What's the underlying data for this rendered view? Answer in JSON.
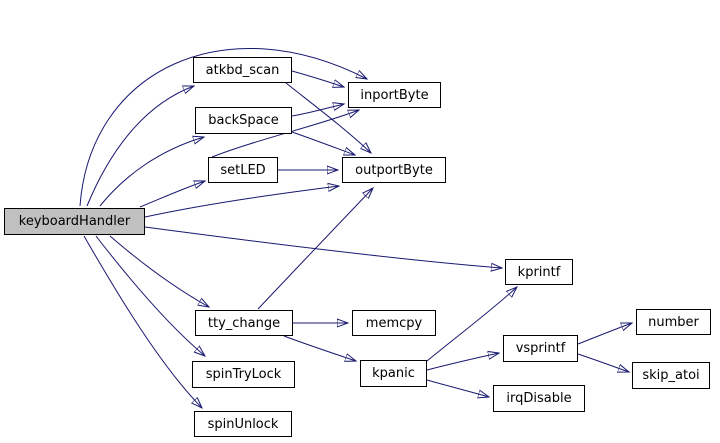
{
  "graph": {
    "colors": {
      "background": "#ffffff",
      "edge": "#191970",
      "node_border": "#000000",
      "node_fill": "#ffffff",
      "highlighted_node_fill": "#c0c0c0",
      "text": "#000000"
    },
    "nodes": [
      {
        "id": "keyboardHandler",
        "label": "keyboardHandler",
        "highlighted": true
      },
      {
        "id": "atkbd_scan",
        "label": "atkbd_scan",
        "highlighted": false
      },
      {
        "id": "backSpace",
        "label": "backSpace",
        "highlighted": false
      },
      {
        "id": "setLED",
        "label": "setLED",
        "highlighted": false
      },
      {
        "id": "inportByte",
        "label": "inportByte",
        "highlighted": false
      },
      {
        "id": "outportByte",
        "label": "outportByte",
        "highlighted": false
      },
      {
        "id": "kprintf",
        "label": "kprintf",
        "highlighted": false
      },
      {
        "id": "tty_change",
        "label": "tty_change",
        "highlighted": false
      },
      {
        "id": "memcpy",
        "label": "memcpy",
        "highlighted": false
      },
      {
        "id": "spinTryLock",
        "label": "spinTryLock",
        "highlighted": false
      },
      {
        "id": "spinUnlock",
        "label": "spinUnlock",
        "highlighted": false
      },
      {
        "id": "kpanic",
        "label": "kpanic",
        "highlighted": false
      },
      {
        "id": "vsprintf",
        "label": "vsprintf",
        "highlighted": false
      },
      {
        "id": "irqDisable",
        "label": "irqDisable",
        "highlighted": false
      },
      {
        "id": "number",
        "label": "number",
        "highlighted": false
      },
      {
        "id": "skip_atoi",
        "label": "skip_atoi",
        "highlighted": false
      }
    ],
    "edges": [
      {
        "from": "keyboardHandler",
        "to": "atkbd_scan"
      },
      {
        "from": "keyboardHandler",
        "to": "backSpace"
      },
      {
        "from": "keyboardHandler",
        "to": "setLED"
      },
      {
        "from": "keyboardHandler",
        "to": "inportByte"
      },
      {
        "from": "keyboardHandler",
        "to": "outportByte"
      },
      {
        "from": "keyboardHandler",
        "to": "kprintf"
      },
      {
        "from": "keyboardHandler",
        "to": "tty_change"
      },
      {
        "from": "keyboardHandler",
        "to": "spinTryLock"
      },
      {
        "from": "keyboardHandler",
        "to": "spinUnlock"
      },
      {
        "from": "atkbd_scan",
        "to": "inportByte"
      },
      {
        "from": "atkbd_scan",
        "to": "outportByte"
      },
      {
        "from": "backSpace",
        "to": "inportByte"
      },
      {
        "from": "backSpace",
        "to": "outportByte"
      },
      {
        "from": "setLED",
        "to": "inportByte"
      },
      {
        "from": "setLED",
        "to": "outportByte"
      },
      {
        "from": "tty_change",
        "to": "memcpy"
      },
      {
        "from": "tty_change",
        "to": "kpanic"
      },
      {
        "from": "tty_change",
        "to": "outportByte"
      },
      {
        "from": "kpanic",
        "to": "kprintf"
      },
      {
        "from": "kpanic",
        "to": "vsprintf"
      },
      {
        "from": "kpanic",
        "to": "irqDisable"
      },
      {
        "from": "vsprintf",
        "to": "number"
      },
      {
        "from": "vsprintf",
        "to": "skip_atoi"
      }
    ]
  }
}
